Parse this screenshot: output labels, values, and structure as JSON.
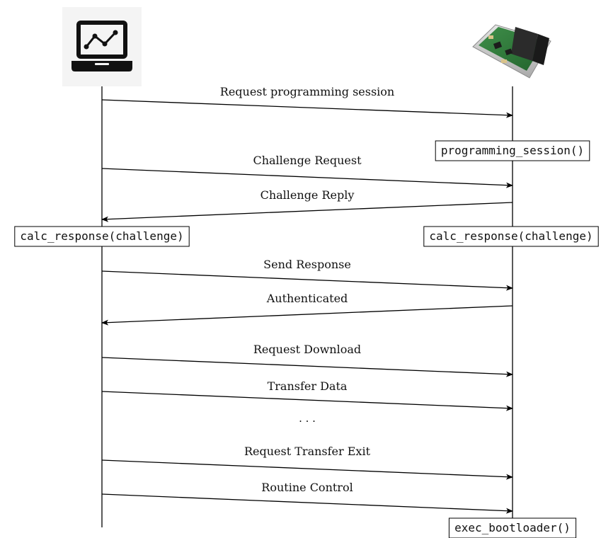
{
  "participants": [
    {
      "id": "client",
      "icon": "laptop-analytics-icon"
    },
    {
      "id": "ecu",
      "icon": "ecu-board-icon"
    }
  ],
  "messages": [
    {
      "label": "Request programming session",
      "from": "client",
      "to": "ecu"
    },
    {
      "label": "Challenge Request",
      "from": "client",
      "to": "ecu"
    },
    {
      "label": "Challenge Reply",
      "from": "ecu",
      "to": "client"
    },
    {
      "label": "Send Response",
      "from": "client",
      "to": "ecu"
    },
    {
      "label": "Authenticated",
      "from": "ecu",
      "to": "client"
    },
    {
      "label": "Request Download",
      "from": "client",
      "to": "ecu"
    },
    {
      "label": "Transfer Data",
      "from": "client",
      "to": "ecu"
    },
    {
      "label": "Request Transfer Exit",
      "from": "client",
      "to": "ecu"
    },
    {
      "label": "Routine Control",
      "from": "client",
      "to": "ecu"
    }
  ],
  "ellipsis": "· · ·",
  "functions": [
    {
      "text": "programming_session()",
      "on": "ecu"
    },
    {
      "text": "calc_response(challenge)",
      "on": "client"
    },
    {
      "text": "calc_response(challenge)",
      "on": "ecu"
    },
    {
      "text": "exec_bootloader()",
      "on": "ecu"
    }
  ],
  "colors": {
    "line": "#000000",
    "box_border": "#000000",
    "box_fill": "#ffffff",
    "text": "#111111"
  }
}
